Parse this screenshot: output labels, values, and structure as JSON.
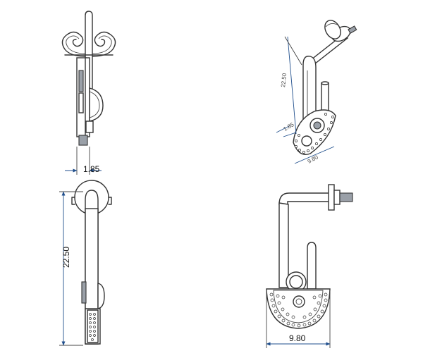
{
  "dimensions": {
    "side_width": "1.85",
    "front_height": "22.50",
    "front_width": "9.80",
    "iso_height": "22.50",
    "iso_depth": "1.85",
    "iso_width": "9.80"
  }
}
